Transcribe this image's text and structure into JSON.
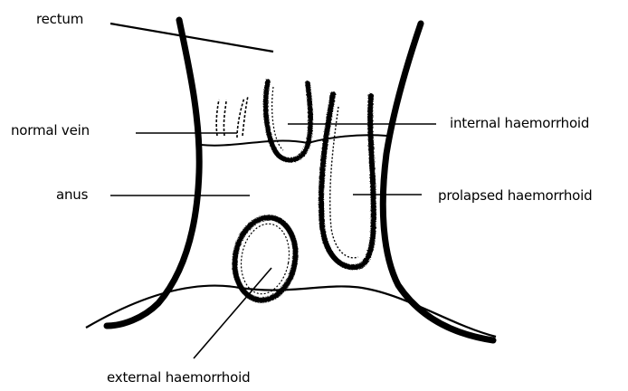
{
  "labels": {
    "rectum": "rectum",
    "normal_vein": "normal vein",
    "anus": "anus",
    "internal_haemorrhoid": "internal haemorrhoid",
    "prolapsed_haemorrhoid": "prolapsed haemorrhoid",
    "external_haemorrhoid": "external haemorrhoid"
  },
  "colors": {
    "ink": "#000000",
    "background": "#ffffff"
  }
}
